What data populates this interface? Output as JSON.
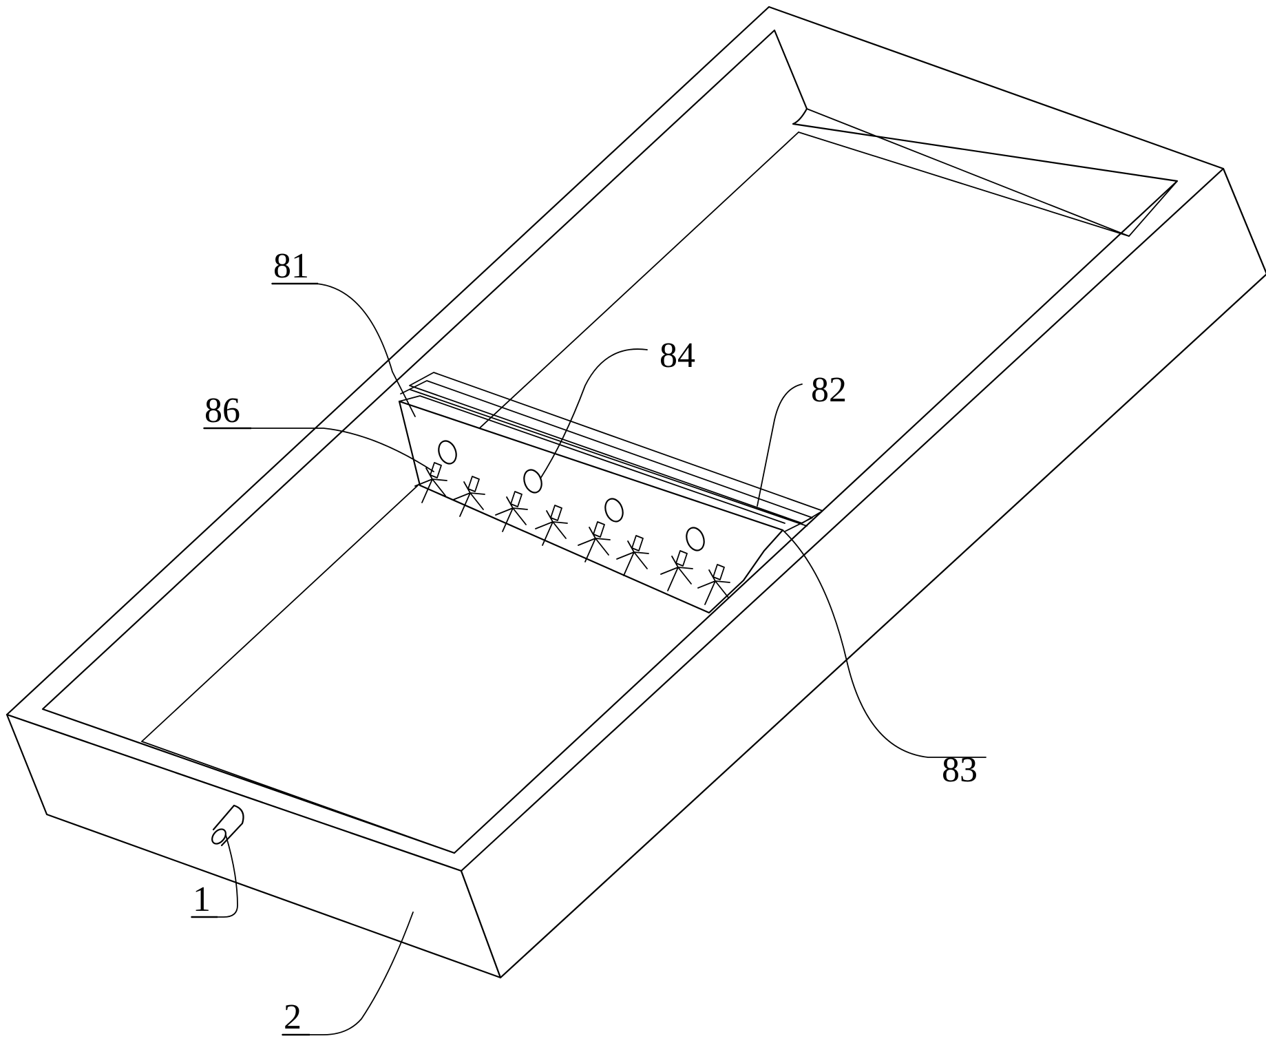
{
  "labels": {
    "l81": "81",
    "l84": "84",
    "l82": "82",
    "l86": "86",
    "l83": "83",
    "l1": "1",
    "l2": "2"
  },
  "colors": {
    "line": "#000000",
    "background": "#ffffff"
  }
}
